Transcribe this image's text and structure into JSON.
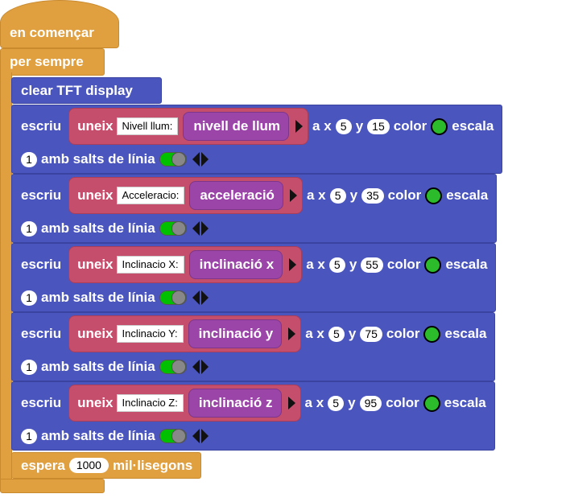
{
  "on_start": {
    "label": "en començar"
  },
  "forever": {
    "label": "per sempre"
  },
  "clear": {
    "label": "clear TFT display"
  },
  "write_blocks": [
    {
      "label": "escriu",
      "join": "uneix",
      "text": "Nivell llum:",
      "reporter": "nivell de llum",
      "ax": "a x",
      "x": "5",
      "y_label": "y",
      "y": "15",
      "color_label": "color",
      "color": "#2bbb2b",
      "scale_label": "escala",
      "scale": "1",
      "newline_label": "amb salts de línia"
    },
    {
      "label": "escriu",
      "join": "uneix",
      "text": "Acceleracio:",
      "reporter": "acceleració",
      "ax": "a x",
      "x": "5",
      "y_label": "y",
      "y": "35",
      "color_label": "color",
      "color": "#2bbb2b",
      "scale_label": "escala",
      "scale": "1",
      "newline_label": "amb salts de línia"
    },
    {
      "label": "escriu",
      "join": "uneix",
      "text": "Inclinacio X:",
      "reporter": "inclinació x",
      "ax": "a x",
      "x": "5",
      "y_label": "y",
      "y": "55",
      "color_label": "color",
      "color": "#2bbb2b",
      "scale_label": "escala",
      "scale": "1",
      "newline_label": "amb salts de línia"
    },
    {
      "label": "escriu",
      "join": "uneix",
      "text": "Inclinacio Y:",
      "reporter": "inclinació y",
      "ax": "a x",
      "x": "5",
      "y_label": "y",
      "y": "75",
      "color_label": "color",
      "color": "#2bbb2b",
      "scale_label": "escala",
      "scale": "1",
      "newline_label": "amb salts de línia"
    },
    {
      "label": "escriu",
      "join": "uneix",
      "text": "Inclinacio Z:",
      "reporter": "inclinació z",
      "ax": "a x",
      "x": "5",
      "y_label": "y",
      "y": "95",
      "color_label": "color",
      "color": "#2bbb2b",
      "scale_label": "escala",
      "scale": "1",
      "newline_label": "amb salts de línia"
    }
  ],
  "wait": {
    "label": "espera",
    "value": "1000",
    "unit": "mil·lisegons"
  }
}
